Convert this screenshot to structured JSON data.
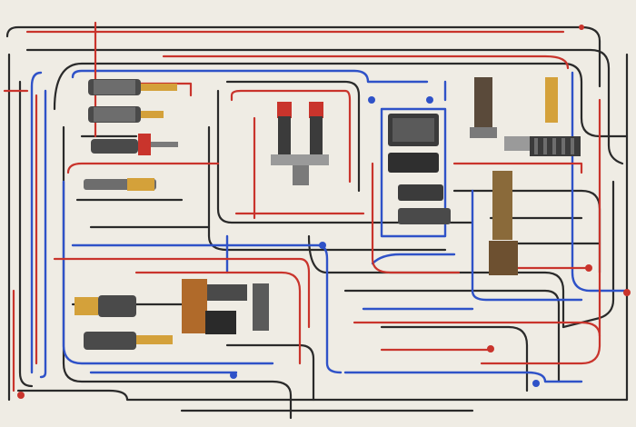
{
  "scene": {
    "description_visible_text": "",
    "colors": {
      "board": "#efece4",
      "wire_black": "#2a2a2a",
      "wire_blue": "#2f52c8",
      "wire_red": "#c9342c",
      "metal_dark": "#3b3b3b",
      "metal_mid": "#7a7a7a",
      "brass": "#d4a13a",
      "copper": "#b06a2a",
      "glass_blue": "#3a5fb0"
    },
    "components": [
      {
        "kind": "cylinder",
        "name": "left-top-cylinder"
      },
      {
        "kind": "cylinder",
        "name": "left-second-cylinder"
      },
      {
        "kind": "cylinder",
        "name": "left-third-cylinder"
      },
      {
        "kind": "cylinder",
        "name": "left-fourth-cylinder"
      },
      {
        "kind": "tube-pair",
        "name": "center-twin-tubes"
      },
      {
        "kind": "block",
        "name": "center-right-block"
      },
      {
        "kind": "coil",
        "name": "right-tall-coil"
      },
      {
        "kind": "heat-sink",
        "name": "right-heat-sink"
      },
      {
        "kind": "module",
        "name": "bottom-center-module"
      },
      {
        "kind": "cylinder",
        "name": "bottom-left-cylinder"
      }
    ]
  }
}
